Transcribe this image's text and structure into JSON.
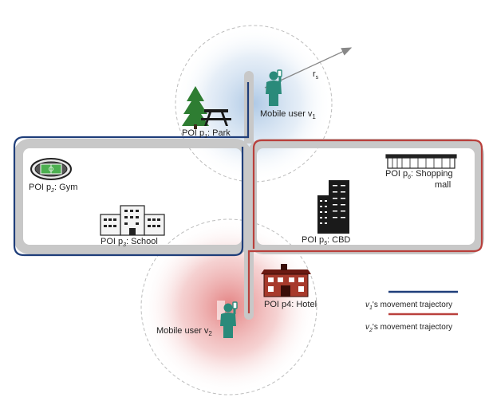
{
  "labels": {
    "radius": "r",
    "radius_sub": "s",
    "user1": "Mobile user v",
    "user1_sub": "1",
    "user2": "Mobile user v",
    "user2_sub": "2",
    "poi_park": "POI p",
    "poi_park_sub": "1",
    "poi_park_name": ": Park",
    "poi_gym": "POI p",
    "poi_gym_sub": "2",
    "poi_gym_name": ": Gym",
    "poi_school": "POI p",
    "poi_school_sub": "3",
    "poi_school_name": ": School",
    "poi_hotel": "POI p4: Hotel",
    "poi_cbd": "POI p",
    "poi_cbd_sub": "5",
    "poi_cbd_name": ": CBD",
    "poi_mall_line1": "POI p",
    "poi_mall_sub": "6",
    "poi_mall_name": ": Shopping",
    "poi_mall_line2": "mall"
  },
  "legend": {
    "v1_prefix": "v",
    "v1_sub": "1",
    "v1_text": "'s movement trajectory",
    "v2_prefix": "v",
    "v2_sub": "2",
    "v2_text": "'s movement trajectory"
  },
  "colors": {
    "road": "#c8c8c8",
    "v1_trajectory": "#1f3e7a",
    "v2_trajectory": "#b9403c",
    "user_icon": "#2a8a7a",
    "v1_range": "#c6d8ec",
    "v2_range": "#e9a5a5"
  }
}
